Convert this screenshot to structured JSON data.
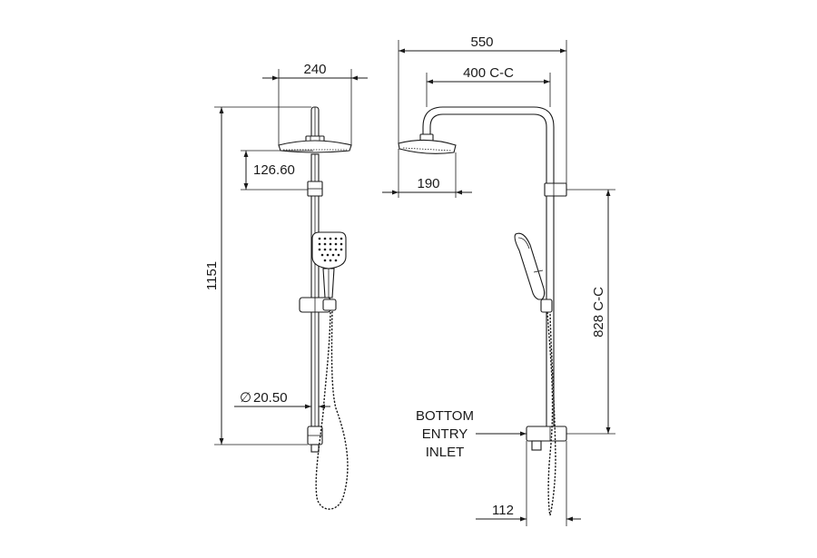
{
  "drawing": {
    "front": {
      "dim_head_width": "240",
      "dim_head_drop": "126.60",
      "dim_total_height": "1151",
      "diameter_symbol": "∅",
      "dim_rail_diameter": "20.50"
    },
    "side": {
      "dim_overall_width": "550",
      "dim_arm_cc": "400 C-C",
      "dim_head_depth": "190",
      "dim_rail_cc": "828 C-C",
      "dim_wall_offset": "112",
      "inlet_label_line1": "BOTTOM",
      "inlet_label_line2": "ENTRY",
      "inlet_label_line3": "INLET"
    }
  }
}
